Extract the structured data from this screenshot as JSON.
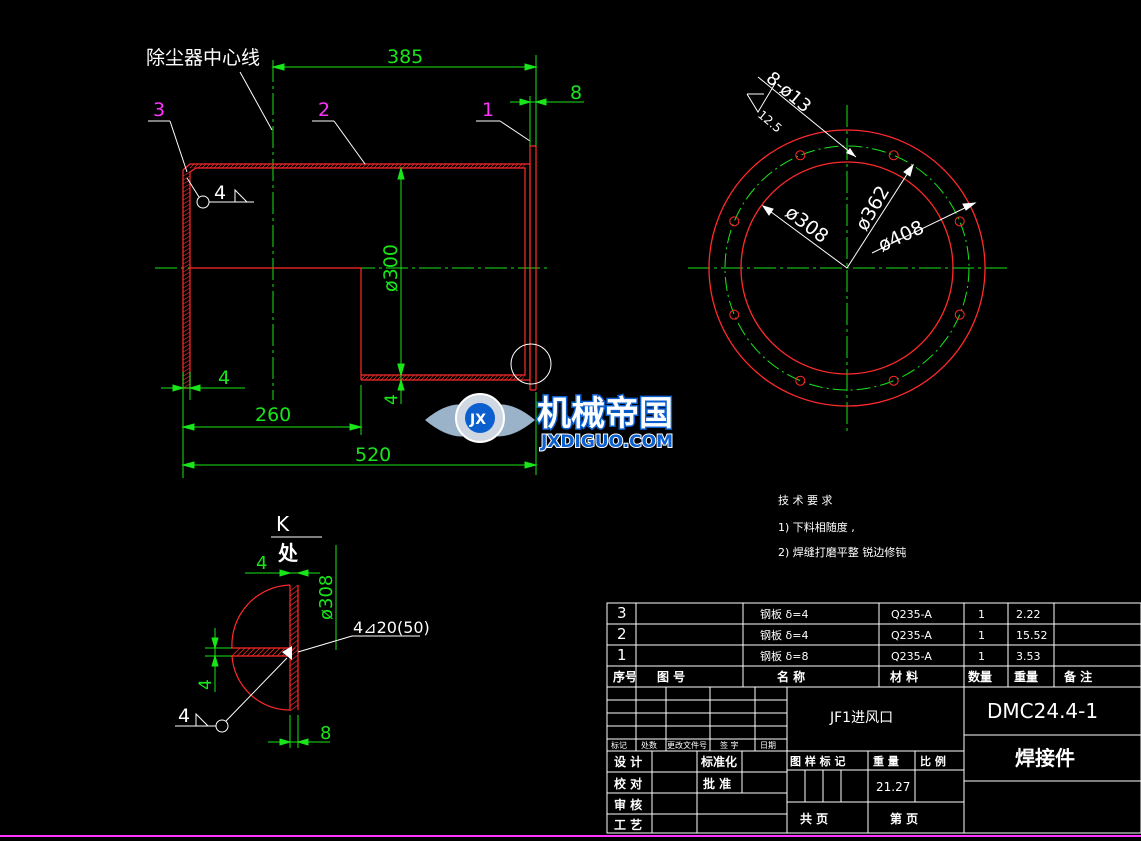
{
  "colors": {
    "background": "#000000",
    "part_outline": "#ff2a2a",
    "dimension": "#19e619",
    "leader": "#ffffff",
    "balloon": "#ff33ff",
    "frame": "#ffffff",
    "watermark_blue": "#0b5fcf"
  },
  "main_view": {
    "centerline_note": "除尘器中心线",
    "balloons": [
      "3",
      "2",
      "1"
    ],
    "dims": {
      "width_385": "385",
      "flange_8": "8",
      "dia_300": "ø300",
      "weld_4": "4",
      "thk_4_left": "4",
      "thk_4_bottom": "4",
      "len_260": "260",
      "len_520": "520"
    }
  },
  "flange_view": {
    "holes": "8-ø13",
    "roughness": "12.5",
    "d308": "ø308",
    "d362": "ø362",
    "d408": "ø408"
  },
  "detail_view": {
    "label_letter": "K",
    "label_char": "处",
    "dim_4": "4",
    "dim_308": "ø308",
    "weld_note": "4⊿20(50)",
    "dim_4_vert": "4",
    "weld_4": "4",
    "dim_8": "8"
  },
  "tech_requirements": {
    "title": "技 术 要 求",
    "items": [
      "1) 下料相随度 ,",
      "2) 焊缝打磨平整 锐边修钝"
    ]
  },
  "watermark": {
    "logo_text": "机械帝国",
    "url_text": "JXDIGUO.COM",
    "emblem": "JX"
  },
  "title_block": {
    "parts": [
      {
        "no": "3",
        "code": "",
        "name": "钢板  δ=4",
        "material": "Q235-A",
        "qty": "1",
        "weight": "2.22",
        "note": ""
      },
      {
        "no": "2",
        "code": "",
        "name": "钢板  δ=4",
        "material": "Q235-A",
        "qty": "1",
        "weight": "15.52",
        "note": ""
      },
      {
        "no": "1",
        "code": "",
        "name": "钢板  δ=8",
        "material": "Q235-A",
        "qty": "1",
        "weight": "3.53",
        "note": ""
      }
    ],
    "header": {
      "no": "序号",
      "code": "图      号",
      "name": "名      称",
      "material": "材    料",
      "qty": "数量",
      "weight": "重量",
      "note": "备  注"
    },
    "revision_cols": [
      "标记",
      "处数",
      "更改文件号",
      "签 字",
      "日期"
    ],
    "roles": [
      "设 计",
      "校 对",
      "审 核",
      "工 艺"
    ],
    "standardize": "标准化",
    "approve": "批 准",
    "drawing_title": "JF1进风口",
    "drawing_no": "DMC24.4-1",
    "drawing_type": "焊接件",
    "marks": {
      "mark": "图 样 标 记",
      "weight": "重 量",
      "scale": "比 例"
    },
    "weight_value": "21.27",
    "total_sheets": "共         页",
    "sheet": "第         页"
  }
}
